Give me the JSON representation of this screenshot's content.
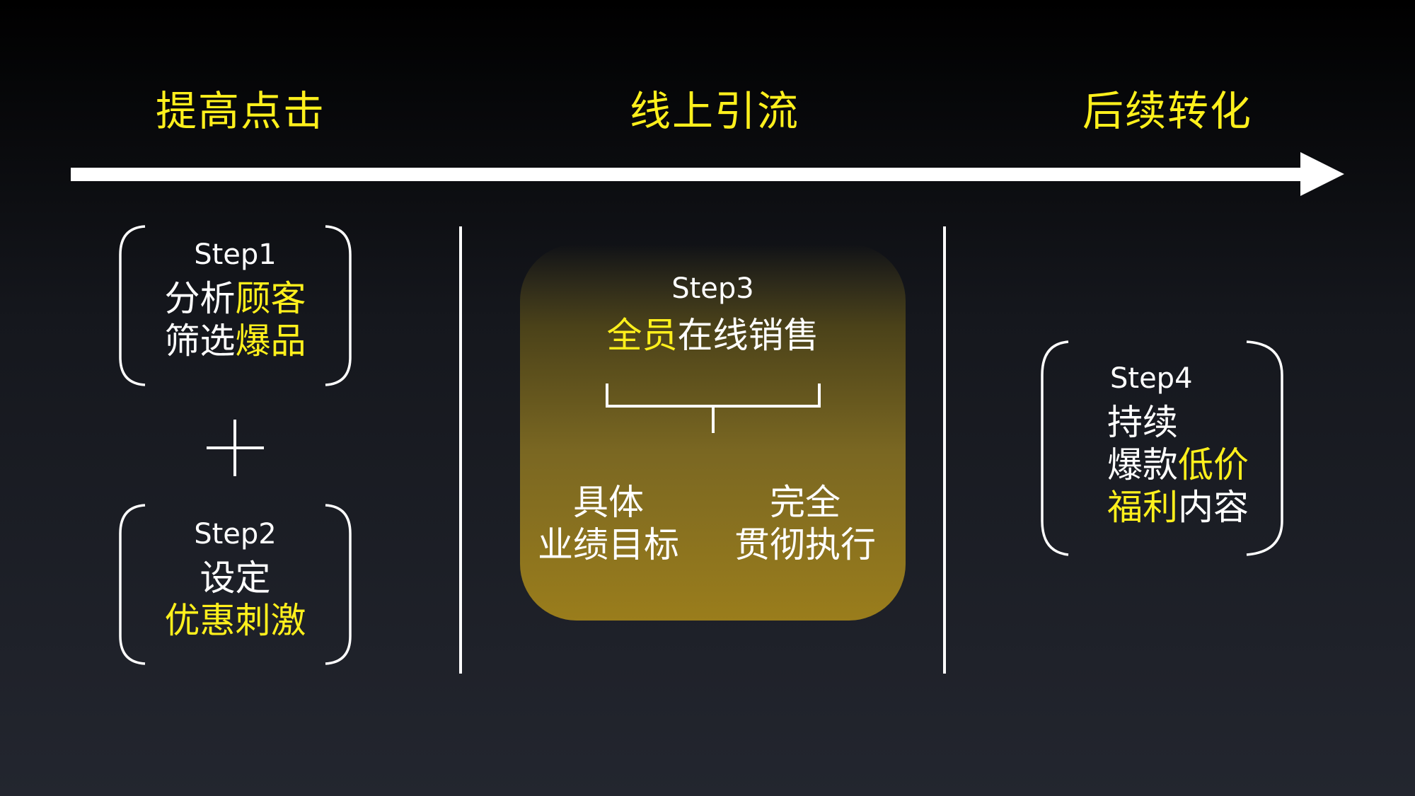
{
  "phases": {
    "p1": "提高点击",
    "p2": "线上引流",
    "p3": "后续转化"
  },
  "step1": {
    "label": "Step1",
    "line1_a": "分析",
    "line1_b": "顾客",
    "line2_a": "筛选",
    "line2_b": "爆品"
  },
  "plus": "+",
  "step2": {
    "label": "Step2",
    "line1": "设定",
    "line2": "优惠刺激"
  },
  "step3": {
    "label": "Step3",
    "title_a": "全员",
    "title_b": "在线销售",
    "left_line1": "具体",
    "left_line2": "业绩目标",
    "right_line1": "完全",
    "right_line2": "贯彻执行"
  },
  "step4": {
    "label": "Step4",
    "line1": "持续",
    "line2_a": "爆款",
    "line2_b": "低价",
    "line3_a": "福利",
    "line3_b": "内容"
  },
  "colors": {
    "accent": "#fff01c",
    "text": "#ffffff",
    "box_gold": "#9a7d1c"
  }
}
